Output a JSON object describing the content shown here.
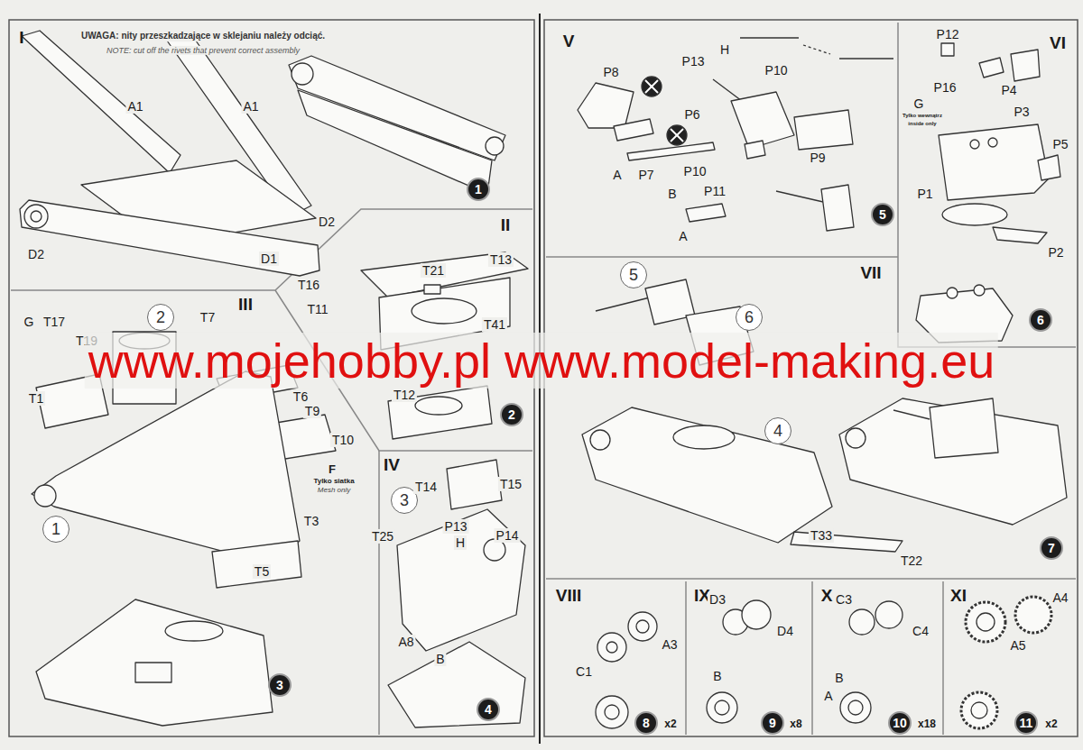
{
  "diagram": {
    "nodes": [
      {
        "text": [
          "I"
        ]
      },
      {
        "text": [
          "1"
        ],
        "in": 0
      },
      {
        "text": [
          "II"
        ]
      },
      {
        "text": [
          "2"
        ],
        "in": 2
      },
      {
        "text": [
          "III"
        ]
      },
      {
        "text": [
          "2"
        ],
        "in": 4
      },
      {
        "text": [
          "1"
        ],
        "in": 4
      },
      {
        "text": [
          "3"
        ],
        "in": 4
      },
      {
        "text": [
          "IV"
        ]
      },
      {
        "text": [
          "3"
        ],
        "in": 8
      },
      {
        "text": [
          "4"
        ],
        "in": 8
      },
      {
        "text": [
          "V"
        ]
      },
      {
        "text": [
          "5"
        ],
        "in": 11
      },
      {
        "text": [
          "VI"
        ]
      },
      {
        "text": [
          "6"
        ],
        "in": 13
      },
      {
        "text": [
          "VII"
        ]
      },
      {
        "text": [
          "5"
        ],
        "in": 15
      },
      {
        "text": [
          "6"
        ],
        "in": 15
      },
      {
        "text": [
          "4"
        ],
        "in": 15
      },
      {
        "text": [
          "7"
        ],
        "in": 15
      },
      {
        "text": [
          "VIII"
        ]
      },
      {
        "text": [
          "8"
        ],
        "in": 20
      },
      {
        "text": [
          "IX"
        ]
      },
      {
        "text": [
          "9"
        ],
        "in": 22
      },
      {
        "text": [
          "X"
        ]
      },
      {
        "text": [
          "10"
        ],
        "in": 24
      },
      {
        "text": [
          "XI"
        ]
      },
      {
        "text": [
          "11"
        ],
        "in": 26
      }
    ],
    "labels": [
      "UWAGA: nity przeszkadzające w sklejaniu należy odciąć.",
      "NOTE: cut off the rivets that prevent correct assembly",
      "A1",
      "A1",
      "D2",
      "D2",
      "D1",
      "T16",
      "T21",
      "T13",
      "T11",
      "T41",
      "T12",
      "G",
      "T17",
      "T19",
      "T7",
      "T6",
      "T1",
      "T9",
      "T10",
      "F",
      "Tylko siatka",
      "Mesh only",
      "T3",
      "T5",
      "T14",
      "T15",
      "P13",
      "H",
      "P14",
      "T25",
      "A8",
      "B",
      "H",
      "P13",
      "P10",
      "P8",
      "P6",
      "P9",
      "P10",
      "A",
      "P7",
      "B",
      "P11",
      "A",
      "P12",
      "P4",
      "P16",
      "G",
      "Tylko wewnątrz",
      "inside only",
      "P3",
      "P5",
      "P1",
      "P2",
      "T33",
      "T22",
      "C1",
      "A3",
      "x2",
      "D3",
      "D4",
      "B",
      "x8",
      "C3",
      "C4",
      "B",
      "A",
      "x18",
      "A4",
      "A5",
      "x2",
      "www.mojehobby.pl www.model-making.eu"
    ]
  }
}
